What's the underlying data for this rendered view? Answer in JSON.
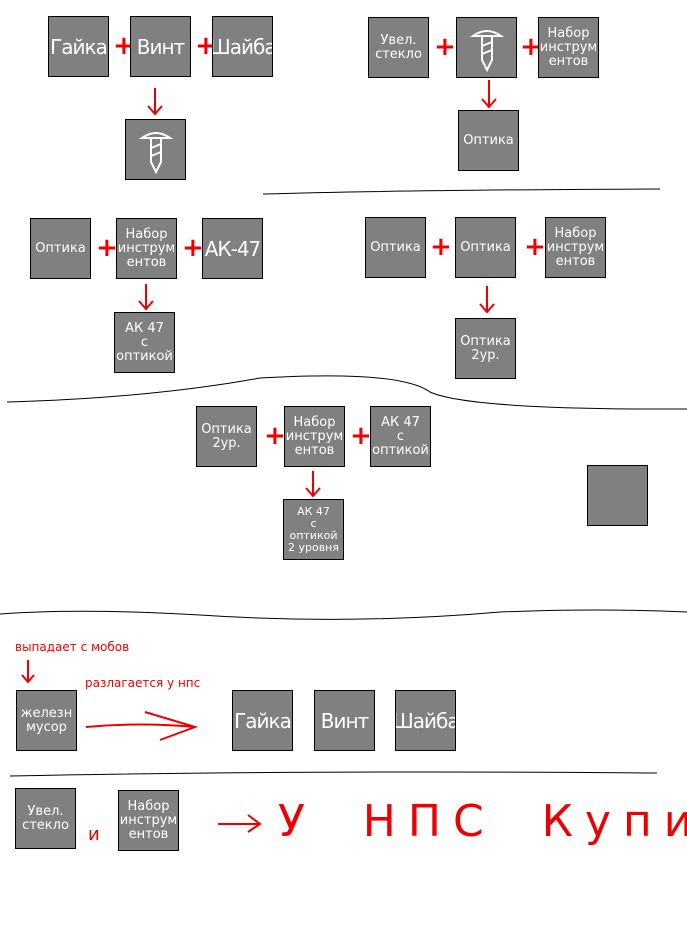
{
  "items": {
    "nut": "Гайка",
    "screw": "Винт",
    "washer": "Шайба",
    "magnifier": "Увел.\nстекло",
    "toolkit": "Набор\nинструм\nентов",
    "optics": "Оптика",
    "ak47": "АК-47",
    "ak47_optics": "АК 47\nс\nоптикой",
    "optics2": "Оптика\n2ур.",
    "ak47_optics2": "АК 47\nс\nоптикой\n2 уровня",
    "scrap": "железн\nмусор"
  },
  "plus": "+",
  "notes": {
    "drops_from_mobs": "выпадает с мобов",
    "disassembled_at_npc": "разлагается у нпс",
    "and": "и",
    "buy_at_npc": "У НПС Купить"
  },
  "colors": {
    "box": "#808080",
    "accent": "#ee0000"
  }
}
